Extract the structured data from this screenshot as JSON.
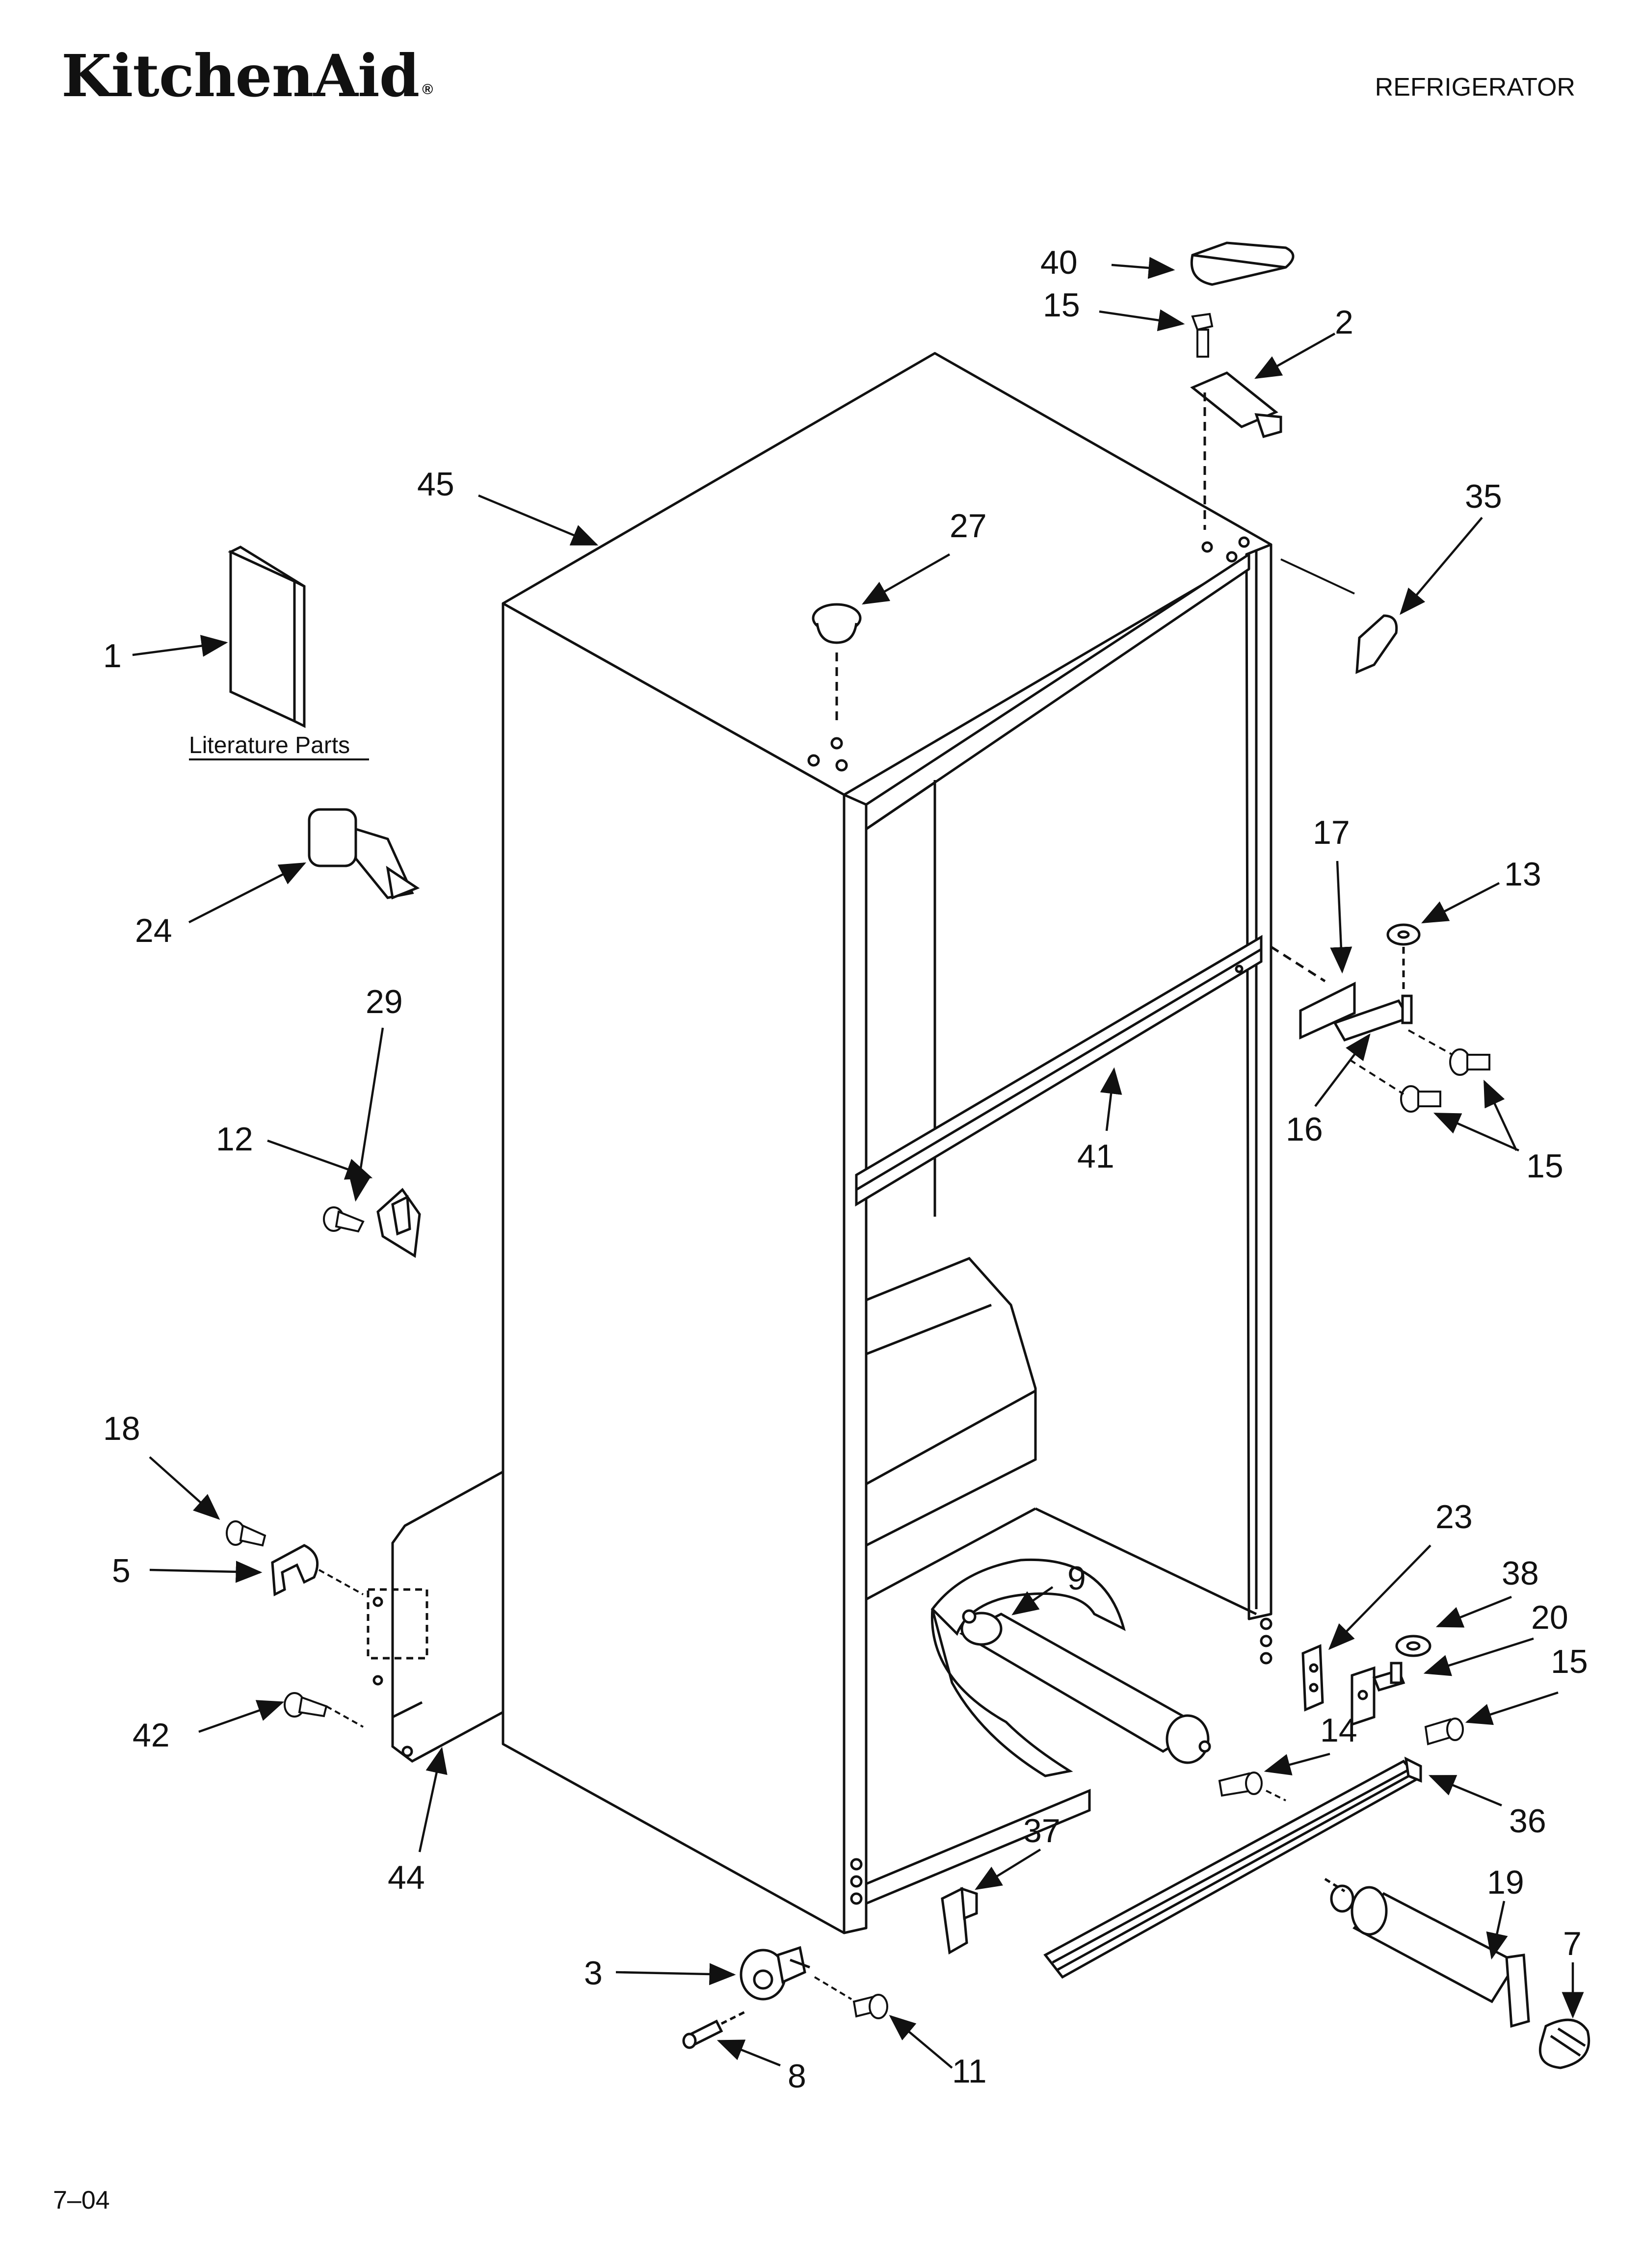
{
  "header": {
    "brand": "KitchenAid",
    "registered_mark": "®",
    "title": "REFRIGERATOR"
  },
  "footer": {
    "date_code": "7–04"
  },
  "literature_caption": "Literature Parts",
  "callouts": [
    {
      "id": "c40",
      "label": "40"
    },
    {
      "id": "c15a",
      "label": "15"
    },
    {
      "id": "c2",
      "label": "2"
    },
    {
      "id": "c45",
      "label": "45"
    },
    {
      "id": "c27",
      "label": "27"
    },
    {
      "id": "c35",
      "label": "35"
    },
    {
      "id": "c1",
      "label": "1"
    },
    {
      "id": "c24",
      "label": "24"
    },
    {
      "id": "c17",
      "label": "17"
    },
    {
      "id": "c13",
      "label": "13"
    },
    {
      "id": "c29",
      "label": "29"
    },
    {
      "id": "c12",
      "label": "12"
    },
    {
      "id": "c41",
      "label": "41"
    },
    {
      "id": "c16",
      "label": "16"
    },
    {
      "id": "c15b",
      "label": "15"
    },
    {
      "id": "c18",
      "label": "18"
    },
    {
      "id": "c5",
      "label": "5"
    },
    {
      "id": "c23",
      "label": "23"
    },
    {
      "id": "c38",
      "label": "38"
    },
    {
      "id": "c9",
      "label": "9"
    },
    {
      "id": "c20",
      "label": "20"
    },
    {
      "id": "c15c",
      "label": "15"
    },
    {
      "id": "c42",
      "label": "42"
    },
    {
      "id": "c14",
      "label": "14"
    },
    {
      "id": "c36",
      "label": "36"
    },
    {
      "id": "c44",
      "label": "44"
    },
    {
      "id": "c37",
      "label": "37"
    },
    {
      "id": "c19",
      "label": "19"
    },
    {
      "id": "c3",
      "label": "3"
    },
    {
      "id": "c7",
      "label": "7"
    },
    {
      "id": "c8",
      "label": "8"
    },
    {
      "id": "c11",
      "label": "11"
    }
  ]
}
